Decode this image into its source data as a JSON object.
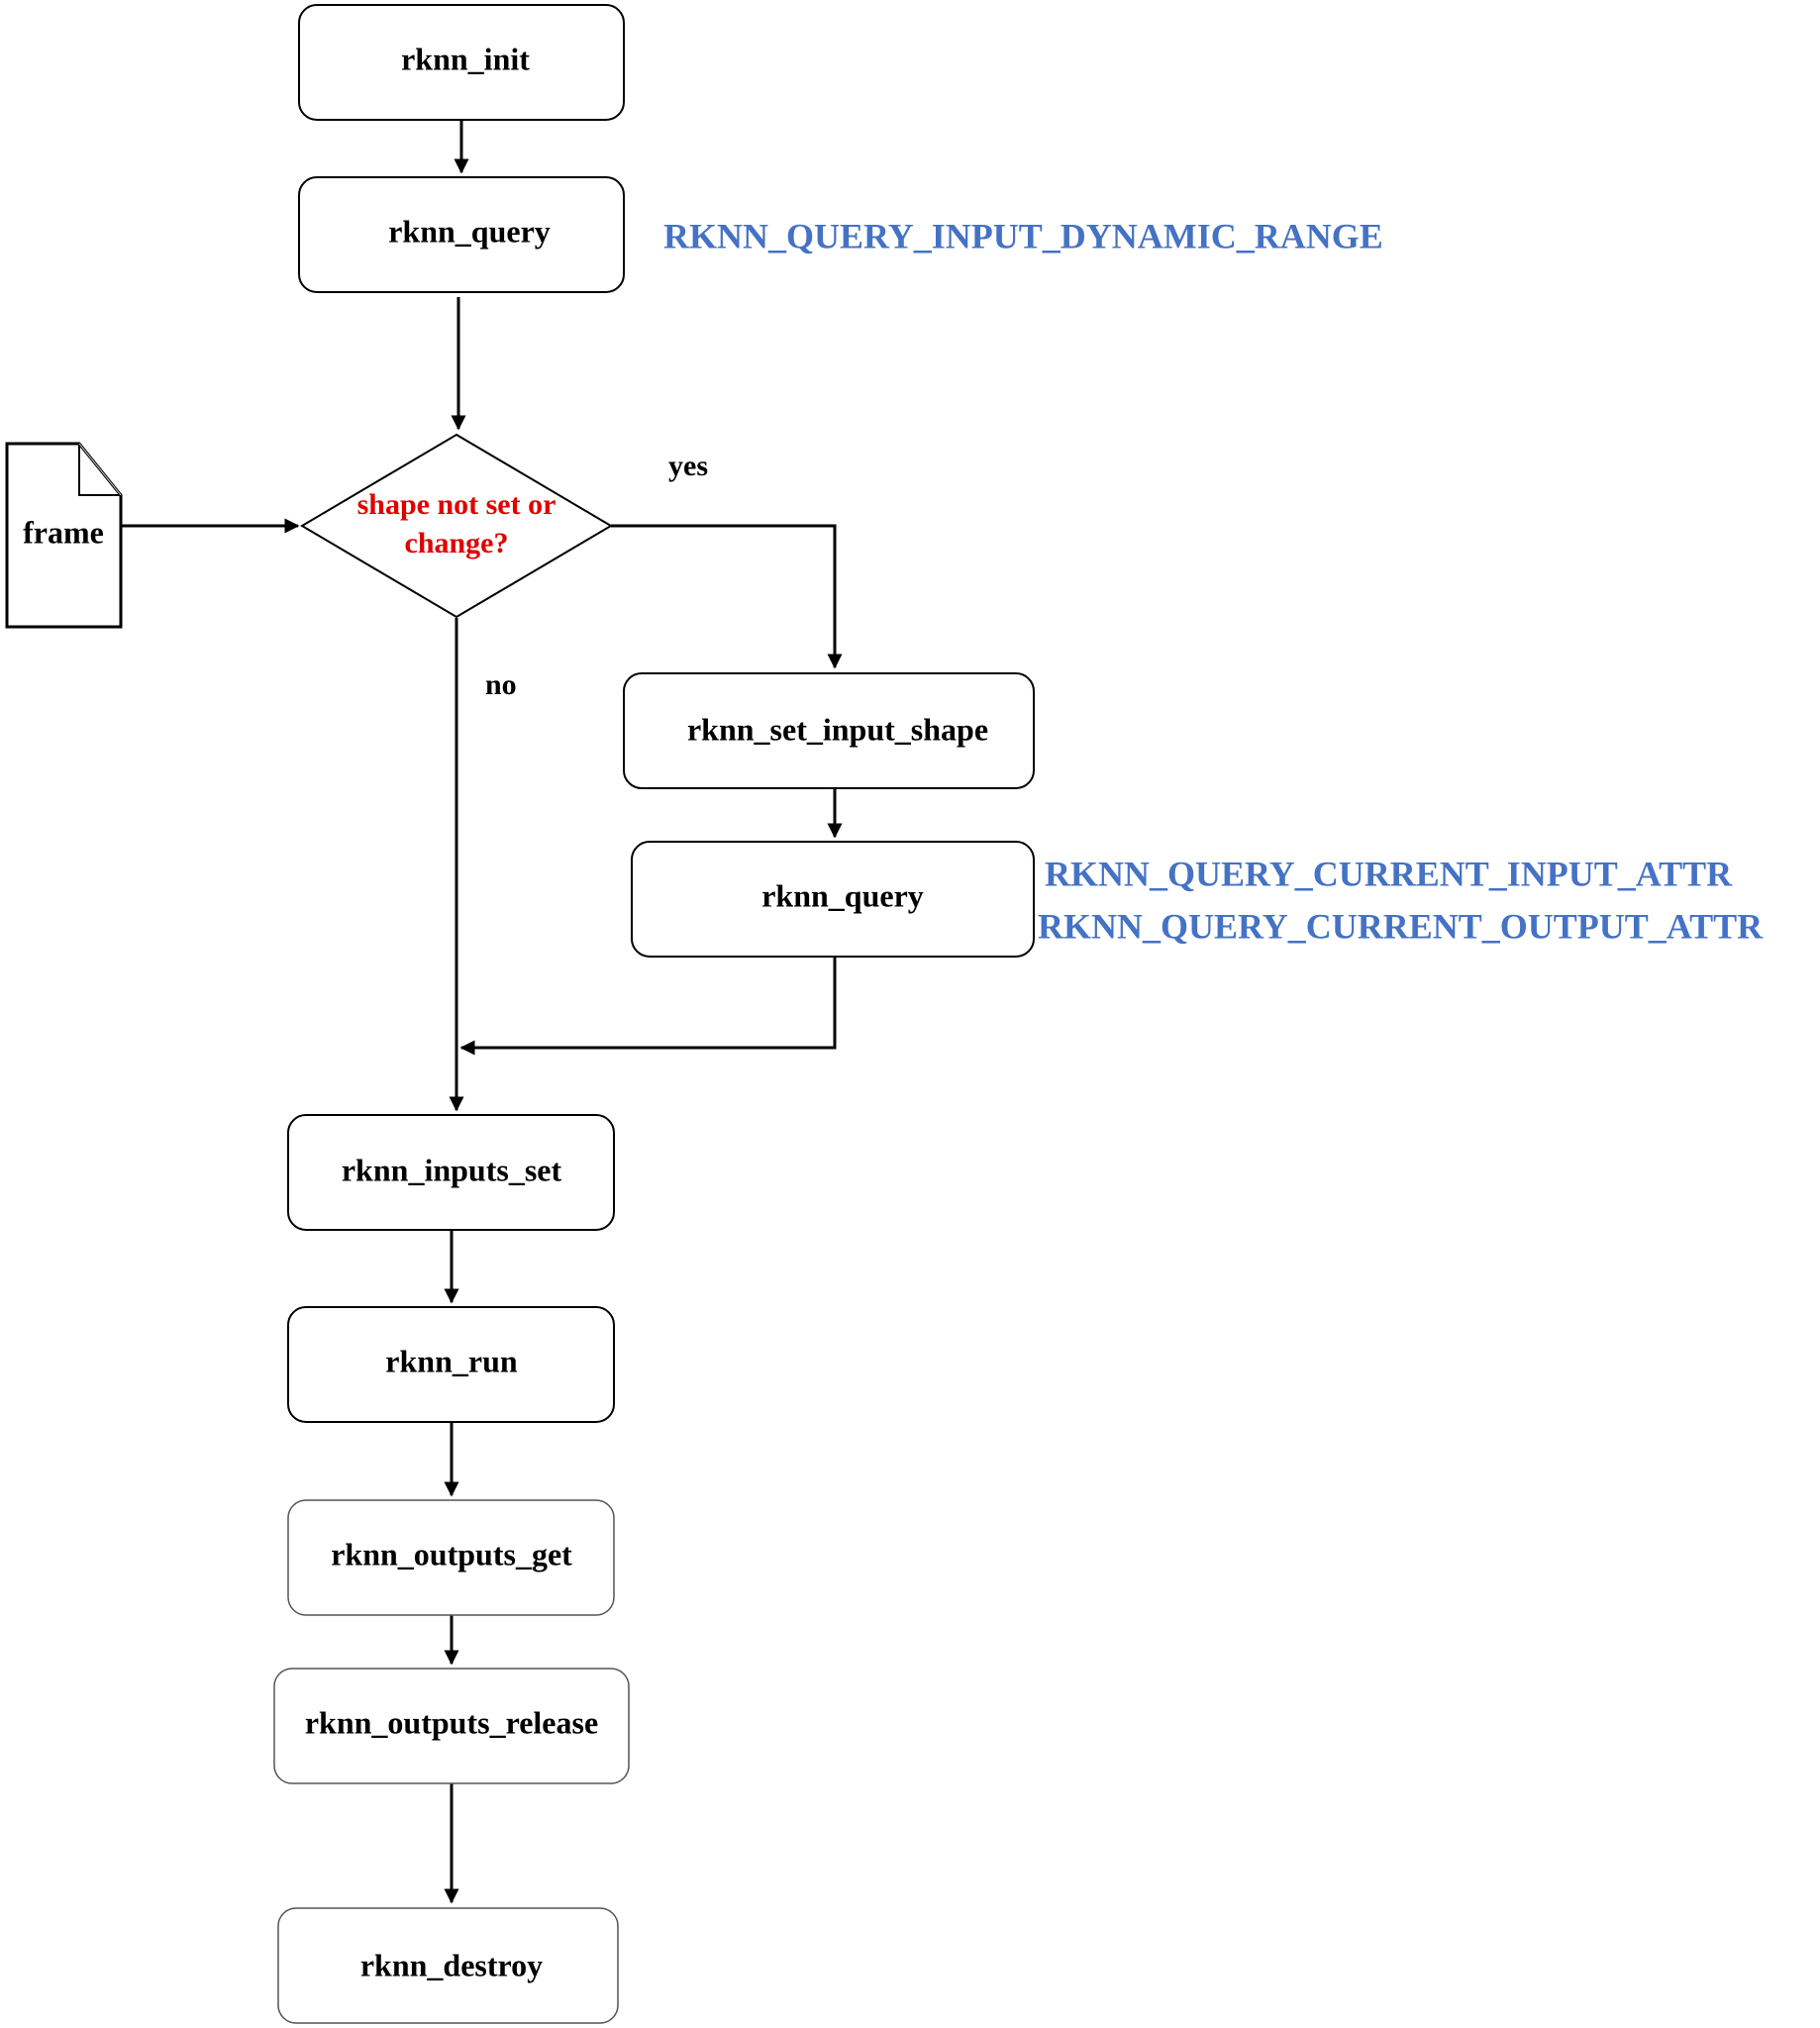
{
  "diagram": {
    "colors": {
      "decision_text": "#e00000",
      "note_text": "#4472c4",
      "line": "#000000"
    },
    "nodes": {
      "init": "rknn_init",
      "query1": "rknn_query",
      "decision_line1": "shape not set or",
      "decision_line2": "change?",
      "frame": "frame",
      "set_input_shape": "rknn_set_input_shape",
      "query2": "rknn_query",
      "inputs_set": "rknn_inputs_set",
      "run": "rknn_run",
      "outputs_get": "rknn_outputs_get",
      "outputs_release": "rknn_outputs_release",
      "destroy": "rknn_destroy"
    },
    "edge_labels": {
      "yes": "yes",
      "no": "no"
    },
    "notes": {
      "query1_note": "RKNN_QUERY_INPUT_DYNAMIC_RANGE",
      "query2_note_line1": "RKNN_QUERY_CURRENT_INPUT_ATTR",
      "query2_note_line2": "RKNN_QUERY_CURRENT_OUTPUT_ATTR"
    }
  }
}
